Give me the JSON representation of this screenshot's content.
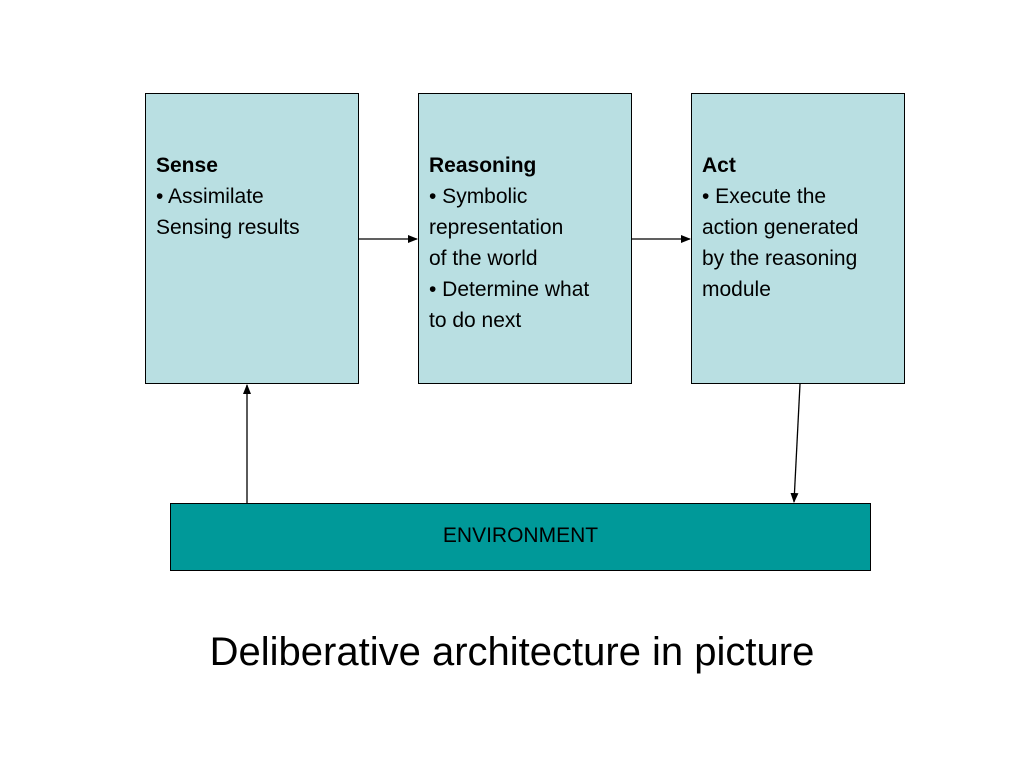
{
  "diagram": {
    "colors": {
      "module_fill": "#b9dfe2",
      "environment_fill": "#009999",
      "line": "#000000"
    },
    "modules": [
      {
        "title": "Sense",
        "lines": [
          "• Assimilate",
          "Sensing results"
        ]
      },
      {
        "title": "Reasoning",
        "lines": [
          "• Symbolic",
          "representation",
          "of the world",
          "• Determine what",
          "to do next"
        ]
      },
      {
        "title": "Act",
        "lines": [
          "• Execute the",
          "action generated",
          "by the reasoning",
          "module"
        ]
      }
    ],
    "environment": {
      "label": "ENVIRONMENT"
    },
    "connections": [
      {
        "from": "Sense",
        "to": "Reasoning"
      },
      {
        "from": "Reasoning",
        "to": "Act"
      },
      {
        "from": "Act",
        "to": "ENVIRONMENT"
      },
      {
        "from": "ENVIRONMENT",
        "to": "Sense"
      }
    ]
  },
  "caption": "Deliberative architecture in picture"
}
